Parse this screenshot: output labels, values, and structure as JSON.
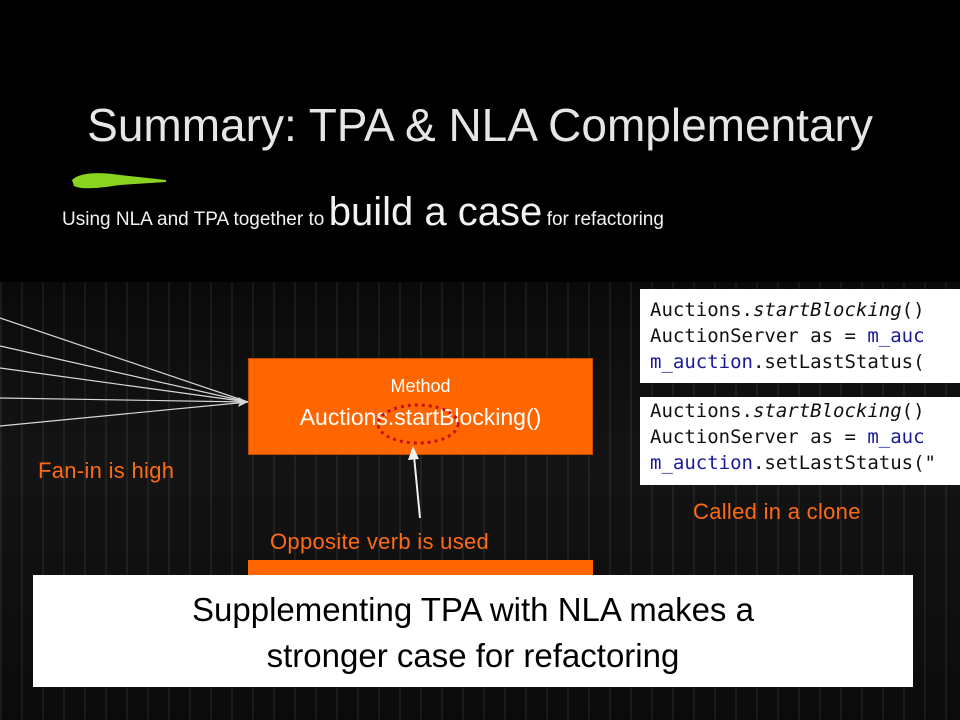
{
  "slide": {
    "title": "Summary: TPA & NLA Complementary",
    "subtitle": {
      "prefix": "Using NLA and TPA together to",
      "emphasis": "build a case",
      "suffix": "for refactoring"
    },
    "method_box": {
      "label": "Method",
      "name": "Auctions.startBlocking()"
    },
    "annotations": {
      "fan_in": "Fan-in is high",
      "opposite_verb": "Opposite verb is used",
      "clone": "Called in a clone"
    },
    "code_panels": [
      {
        "line1_obj": "Auctions.",
        "line1_call": "startBlocking",
        "line1_tail": "()",
        "line2_pre": "AuctionServer as = ",
        "line2_post": "m_auc",
        "line3_pre": "m_auction",
        "line3_post": ".setLastStatus("
      },
      {
        "line1_obj": "Auctions.",
        "line1_call": "startBlocking",
        "line1_tail": "()",
        "line2_pre": "AuctionServer as = ",
        "line2_post": "m_auc",
        "line3_pre": "m_auction",
        "line3_post": ".setLastStatus(\""
      }
    ],
    "conclusion": {
      "line1": "Supplementing TPA with NLA makes a",
      "line2": "stronger case for refactoring"
    },
    "colors": {
      "accent": "#ff6600",
      "highlighter": "#8bd321",
      "annotation": "#ff6a14",
      "circle": "#c0141a"
    }
  }
}
